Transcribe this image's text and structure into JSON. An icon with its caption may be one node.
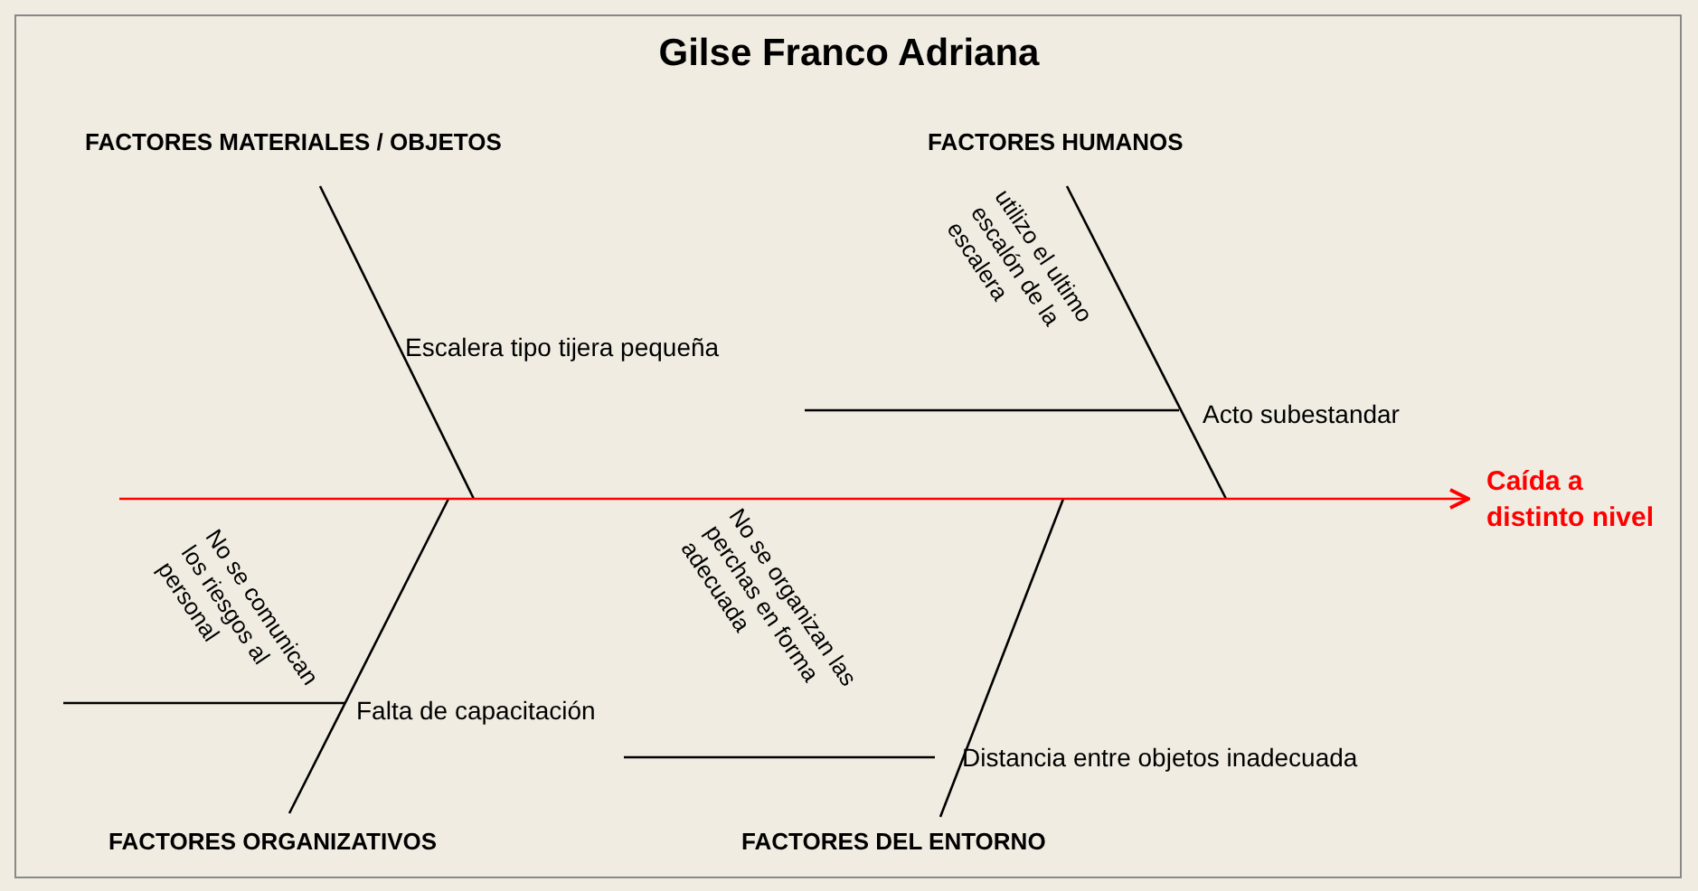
{
  "diagram": {
    "title": "Gilse Franco Adriana",
    "nodes": [
      {
        "text": [
          "FACTORES MATERIALES / OBJETOS"
        ]
      },
      {
        "text": [
          "FACTORES HUMANOS"
        ]
      },
      {
        "text": [
          "FACTORES ORGANIZATIVOS"
        ]
      },
      {
        "text": [
          "FACTORES DEL ENTORNO"
        ]
      },
      {
        "text": [
          "Caída a distinto nivel"
        ]
      },
      {
        "text": [
          "Escalera tipo tijera pequeña"
        ]
      },
      {
        "text": [
          "Acto subestandar"
        ]
      },
      {
        "text": [
          "Falta de capacitación"
        ]
      },
      {
        "text": [
          "Distancia entre objetos inadecuada"
        ]
      },
      {
        "text": [
          "utilizo el ultimo escalón de la escalera"
        ]
      },
      {
        "text": [
          "No se comunican los riesgos al personal"
        ]
      },
      {
        "text": [
          "No se organizan las perchas en forma adecuada"
        ]
      }
    ],
    "edges": [
      {
        "from": 0,
        "to": null,
        "arrow": "none"
      },
      {
        "from": 1,
        "to": null,
        "arrow": "none"
      },
      {
        "from": 2,
        "to": null,
        "arrow": "none"
      },
      {
        "from": 3,
        "to": null,
        "arrow": "none"
      },
      {
        "from": null,
        "to": 4,
        "arrow": "to",
        "color": "#ff0000"
      },
      {
        "from": null,
        "to": 6,
        "arrow": "none"
      },
      {
        "from": null,
        "to": 7,
        "arrow": "none"
      },
      {
        "from": null,
        "to": 8,
        "arrow": "none"
      }
    ]
  }
}
